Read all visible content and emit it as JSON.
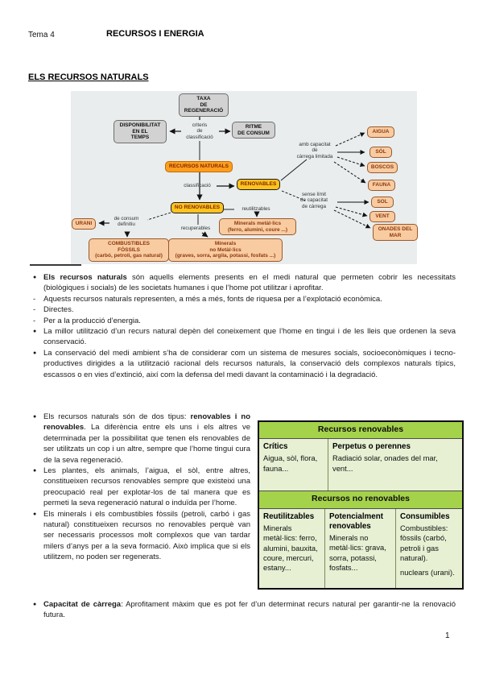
{
  "page": {
    "header_left": "Tema 4",
    "header_title": "RECURSOS I ENERGIA",
    "section_title": "ELS RECURSOS NATURALS",
    "page_number": "1"
  },
  "diagram": {
    "background_color": "#E9EDEE",
    "node_colors": {
      "gray": "#D2D2D2",
      "orange": "#FF9E1E",
      "gold": "#FFC31E",
      "peach": "#F9CBA1"
    },
    "nodes": {
      "taxa": "TAXA\nDE REGENERACIÓ",
      "disponibilitat": "DISPONIBILITAT\nEN EL\nTEMPS",
      "ritme": "RITME\nDE CONSUM",
      "criteris": "criteris\nde\nclassificació",
      "recursos": "RECURSOS NATURALS",
      "classificacio": "classificació",
      "renovables": "RENOVABLES",
      "no_renovables": "NO RENOVABLES",
      "reutilitzables": "reutilitzables",
      "recuperables": "recuperables",
      "minerals_metallics": "Minerals metàl·lics\n(ferro, alumini, coure ...)",
      "urani": "URANI",
      "consum_definitiu": "de consum\ndefinitiu",
      "combustibles": "COMBUSTIBLES\nFÒSSILS\n(carbó, petroli, gas natural)",
      "minerals_no_metallics": "Minerals\nno Metàl·lics\n(graves, sorra, argila, potassi, fosfats ...)",
      "amb_capacitat": "amb capacitat\nde\ncàrrega limitada",
      "sense_limit": "sense límit\nde capacitat\nde càrrega",
      "aigua": "AIGUA",
      "sol_recurs": "SÒL",
      "boscos": "BOSCOS",
      "fauna": "FAUNA",
      "sol_energia": "SOL",
      "vent": "VENT",
      "onades": "ONADES DEL\nMAR"
    }
  },
  "bullets_top": [
    {
      "marker": "●",
      "lead": "Els recursos naturals",
      "text": " són aquells elements presents en el medi natural que permeten cobrir les necessitats (biològiques i socials) de les societats humanes i que l’home pot utilitzar i aprofitar."
    },
    {
      "marker": "-",
      "text": "Aquests recursos naturals representen, a més a més, fonts de riquesa per a l’explotació econòmica."
    },
    {
      "marker": "-",
      "text": "Directes."
    },
    {
      "marker": "-",
      "text": "Per a la producció d’energia."
    },
    {
      "marker": "●",
      "text": "La millor utilització d’un recurs natural depèn del coneixement que l’home en tingui i de les lleis que ordenen la seva conservació."
    },
    {
      "marker": "●",
      "text": "La conservació del medi ambient s’ha de considerar com un sistema de mesures socials, socioeconòmiques i tecno-productives dirigides a la utilització racional dels recursos naturals, la conservació dels complexos naturals típics, escassos o en vies d’extinció, així com la defensa del medi davant la contaminació i la degradació."
    }
  ],
  "bullets_two": [
    {
      "marker": "●",
      "pre": "Els recursos naturals són de dos tipus: ",
      "bold": "renovables i no renovables",
      "post": ". La diferència entre els uns i els altres ve determinada per la possibilitat que tenen els renovables de ser utilitzats un cop i un altre, sempre que l’home tingui cura de la seva regeneració."
    },
    {
      "marker": "●",
      "text": "Les plantes, els animals, l’aigua, el sòl, entre altres, constitueixen recursos renovables sempre que existeixi una preocupació real per explotar-los de tal manera que es permeti la seva regeneració natural o induïda per l’home."
    },
    {
      "marker": "●",
      "text": "Els minerals i els combustibles fòssils (petroli, carbó i gas natural) constitueixen recursos no renovables perquè van ser necessaris processos molt complexos que van tardar milers d’anys per a la seva formació. Això implica que si els utilitzem, no poden ser regenerats."
    }
  ],
  "bullet_capacitat": {
    "marker": "●",
    "lead": "Capacitat de càrrega",
    "text": ": Aprofitament màxim que es pot fer d’un determinat recurs natural per garantir-ne la renovació futura."
  },
  "table": {
    "colors": {
      "header_green": "#A5D24B",
      "cell_green": "#E7F0D3"
    },
    "header1": "Recursos renovables",
    "row1": [
      {
        "title": "Crítics",
        "body": "Aigua, sòl, flora, fauna..."
      },
      {
        "title": "Perpetus o perennes",
        "body": "Radiació solar, onades del mar, vent..."
      }
    ],
    "header2": "Recursos no renovables",
    "row2": [
      {
        "title": "Reutilitzables",
        "body": "Minerals metàl·lics: ferro, alumini, bauxita, coure, mercuri, estany..."
      },
      {
        "title": "Potencialment renovables",
        "body": "Minerals no metàl·lics: grava, sorra, potassi, fosfats..."
      },
      {
        "title": "Consumibles",
        "body": "Combustibles: fòssils (carbó, petroli i gas natural).",
        "body2": "nuclears (urani)."
      }
    ]
  }
}
